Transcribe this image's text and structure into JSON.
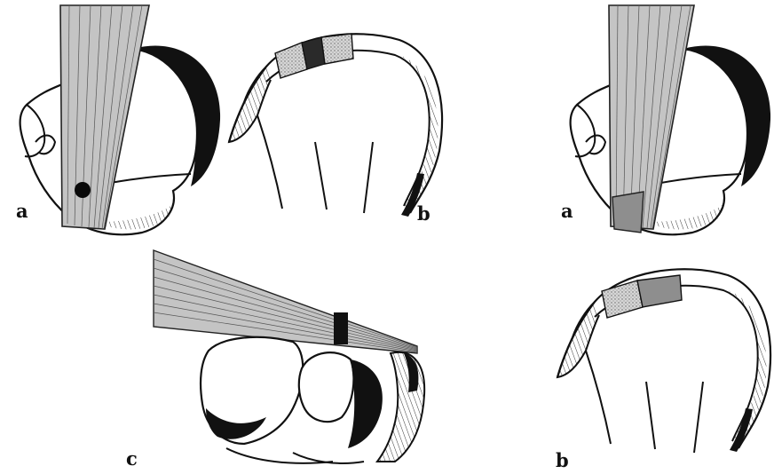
{
  "figure": {
    "labels": {
      "top_left_a": "a",
      "top_middle_b": "b",
      "bottom_middle_c": "c",
      "top_right_a": "a",
      "bottom_right_b": "b"
    },
    "colors": {
      "ink": "#111111",
      "background": "#ffffff",
      "beam": "#bdbdbd",
      "shaded_patch": "#8e8e8e",
      "stipple_patch": "#cfcfcf",
      "dark_mark": "#0a0a0a"
    }
  }
}
